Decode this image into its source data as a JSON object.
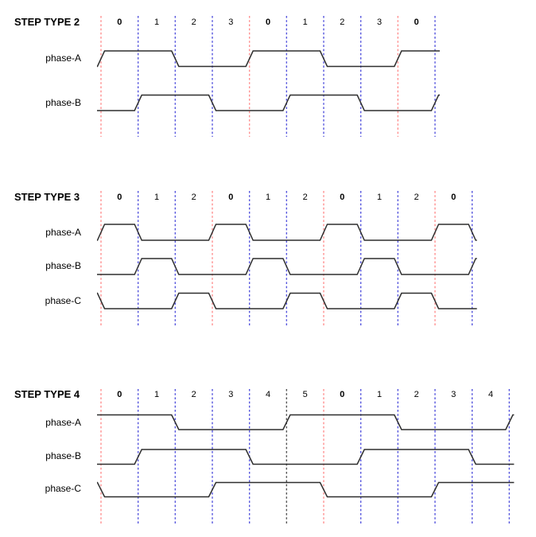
{
  "colors": {
    "waveform": "#2e2e2e",
    "red": "#ff9090",
    "blue": "#5555dd",
    "black": "#555555",
    "text": "#000000",
    "background": "#ffffff"
  },
  "sections": [
    {
      "title": "STEP TYPE 2",
      "steps": [
        "0",
        "1",
        "2",
        "3",
        "0",
        "1",
        "2",
        "3",
        "0"
      ],
      "boundaries": [
        "red",
        "blue",
        "blue",
        "blue",
        "red",
        "blue",
        "blue",
        "blue",
        "red",
        "blue"
      ],
      "phases": [
        {
          "label": "phase-A",
          "lead": 0,
          "tail": 1,
          "levels": [
            1,
            1,
            0,
            0,
            1,
            1,
            0,
            0,
            1
          ]
        },
        {
          "label": "phase-B",
          "lead": 0,
          "tail": 1,
          "levels": [
            0,
            1,
            1,
            0,
            0,
            1,
            1,
            0,
            0
          ]
        }
      ]
    },
    {
      "title": "STEP TYPE 3",
      "steps": [
        "0",
        "1",
        "2",
        "0",
        "1",
        "2",
        "0",
        "1",
        "2",
        "0"
      ],
      "boundaries": [
        "red",
        "blue",
        "blue",
        "red",
        "blue",
        "blue",
        "red",
        "blue",
        "blue",
        "red",
        "blue"
      ],
      "phases": [
        {
          "label": "phase-A",
          "lead": 0,
          "tail": 0,
          "levels": [
            1,
            0,
            0,
            1,
            0,
            0,
            1,
            0,
            0,
            1
          ]
        },
        {
          "label": "phase-B",
          "lead": 0,
          "tail": 1,
          "levels": [
            0,
            1,
            0,
            0,
            1,
            0,
            0,
            1,
            0,
            0
          ]
        },
        {
          "label": "phase-C",
          "lead": 1,
          "tail": 0,
          "levels": [
            0,
            0,
            1,
            0,
            0,
            1,
            0,
            0,
            1,
            0
          ]
        }
      ]
    },
    {
      "title": "STEP TYPE 4",
      "steps": [
        "0",
        "1",
        "2",
        "3",
        "4",
        "5",
        "0",
        "1",
        "2",
        "3",
        "4"
      ],
      "boundaries": [
        "red",
        "blue",
        "blue",
        "blue",
        "blue",
        "black",
        "red",
        "blue",
        "blue",
        "blue",
        "blue",
        "blue"
      ],
      "phases": [
        {
          "label": "phase-A",
          "lead": 1,
          "tail": 1,
          "levels": [
            1,
            1,
            0,
            0,
            0,
            1,
            1,
            1,
            0,
            0,
            0
          ]
        },
        {
          "label": "phase-B",
          "lead": 0,
          "tail": 0,
          "levels": [
            0,
            1,
            1,
            1,
            0,
            0,
            0,
            1,
            1,
            1,
            0
          ]
        },
        {
          "label": "phase-C",
          "lead": 1,
          "tail": 1,
          "levels": [
            0,
            0,
            0,
            1,
            1,
            1,
            0,
            0,
            0,
            1,
            1
          ]
        }
      ]
    }
  ]
}
